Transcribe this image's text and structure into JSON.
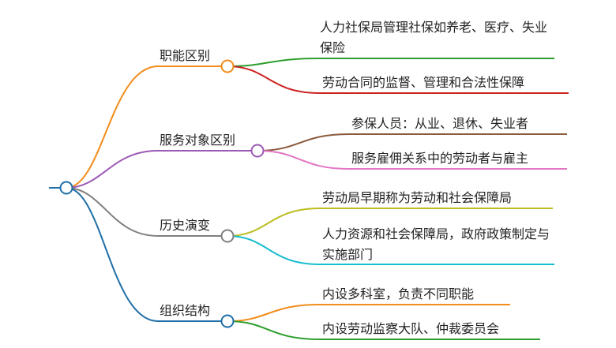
{
  "colors": {
    "root": "#1f6fa8",
    "b1": "#f28c1b",
    "b2": "#9b59b6",
    "b3": "#7f7f7f",
    "b4": "#1f6fa8",
    "b1c1": "#2e9e2e",
    "b1c2": "#cc2222",
    "b2c1": "#8b5a3c",
    "b2c2": "#e377c2",
    "b3c1": "#bcbd22",
    "b3c2": "#17becf",
    "b4c1": "#f28c1b",
    "b4c2": "#2e9e2e"
  },
  "branches": [
    {
      "label": "职能区别",
      "children": [
        "人力社保局管理社保如养老、医疗、失业保险",
        "劳动合同的监督、管理和合法性保障"
      ]
    },
    {
      "label": "服务对象区别",
      "children": [
        "参保人员：从业、退休、失业者",
        "服务雇佣关系中的劳动者与雇主"
      ]
    },
    {
      "label": "历史演变",
      "children": [
        "劳动局早期称为劳动和社会保障局",
        "人力资源和社会保障局，政府政策制定与实施部门"
      ]
    },
    {
      "label": "组织结构",
      "children": [
        "内设多科室，负责不同职能",
        "内设劳动监察大队、仲裁委员会"
      ]
    }
  ]
}
